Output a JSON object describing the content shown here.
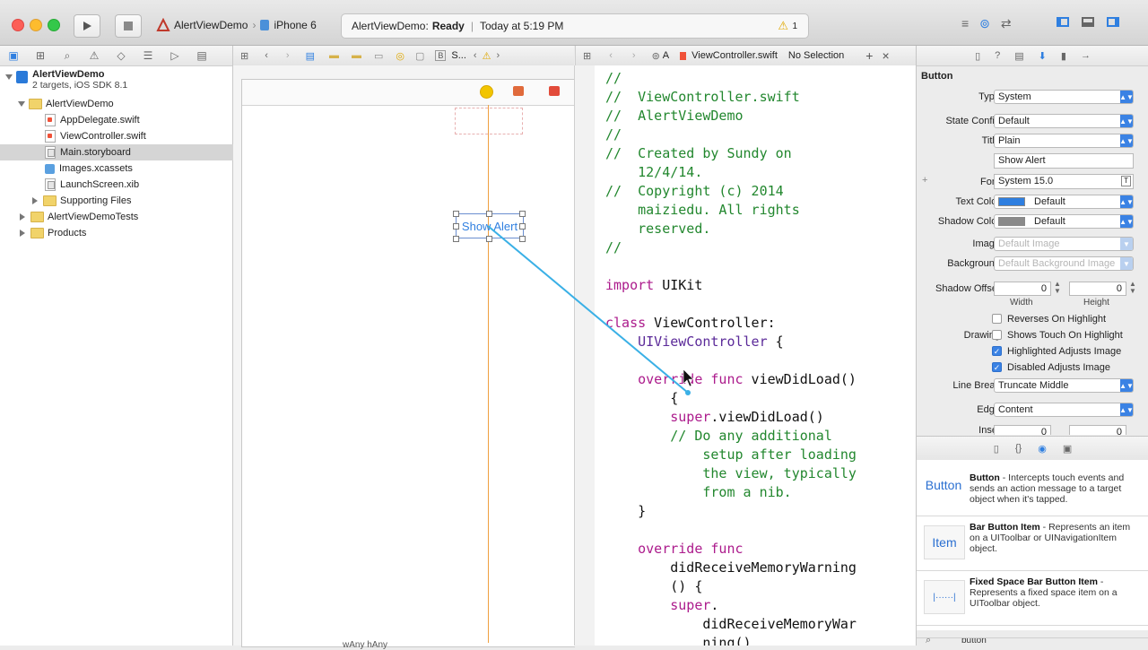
{
  "toolbar": {
    "scheme_name": "AlertViewDemo",
    "scheme_sep": "›",
    "device": "iPhone 6",
    "status_project": "AlertViewDemo:",
    "status_state": "Ready",
    "status_sep": "|",
    "status_time": "Today at 5:19 PM",
    "warning_count": "1"
  },
  "navigator": {
    "project_name": "AlertViewDemo",
    "project_sub": "2 targets, iOS SDK 8.1",
    "items": [
      {
        "label": "AlertViewDemo"
      },
      {
        "label": "AppDelegate.swift"
      },
      {
        "label": "ViewController.swift"
      },
      {
        "label": "Main.storyboard"
      },
      {
        "label": "Images.xcassets"
      },
      {
        "label": "LaunchScreen.xib"
      },
      {
        "label": "Supporting Files"
      },
      {
        "label": "AlertViewDemoTests"
      },
      {
        "label": "Products"
      }
    ]
  },
  "storyboard": {
    "jump_tail": "S...",
    "button_label": "Show Alert",
    "bottom_size_label": "wAny hAny"
  },
  "assistant": {
    "jump_counterpart": "A",
    "jump_file": "ViewController.swift",
    "jump_selection": "No Selection",
    "add_symbol": "+",
    "close_symbol": "×"
  },
  "code_lines": {
    "l1": "//",
    "l2": "//  ViewController.swift",
    "l3": "//  AlertViewDemo",
    "l4": "//",
    "l5": "//  Created by Sundy on",
    "l6": "    12/4/14.",
    "l7": "//  Copyright (c) 2014",
    "l8": "    maiziedu. All rights",
    "l9": "    reserved.",
    "l10": "//",
    "l11_kw": "import",
    "l11_ty": " UIKit",
    "l12_kw": "class",
    "l12_tx": " ViewController:",
    "l13_ty": "    UIViewController",
    "l13_tx": " {",
    "l14_kw": "    override func",
    "l14_tx": " viewDidLoad()",
    "l15": "        {",
    "l16_kw": "        super",
    "l16_tx": ".viewDidLoad()",
    "l17": "        // Do any additional",
    "l18": "            setup after loading",
    "l19": "            the view, typically",
    "l20": "            from a nib.",
    "l21": "    }",
    "l22_kw": "    override func",
    "l23": "        didReceiveMemoryWarning",
    "l24": "        () {",
    "l25_kw": "        super",
    "l25_tx": ".",
    "l26": "            didReceiveMemoryWar",
    "l27": "            ning()"
  },
  "inspector": {
    "section": "Button",
    "type_label": "Type",
    "type_value": "System",
    "state_label": "State Config",
    "state_value": "Default",
    "title_label": "Title",
    "title_value": "Plain",
    "title_text": "Show Alert",
    "font_label": "Font",
    "font_value": "System 15.0",
    "textcolor_label": "Text Color",
    "textcolor_value": "Default",
    "shadowcolor_label": "Shadow Color",
    "shadowcolor_value": "Default",
    "image_label": "Image",
    "image_placeholder": "Default Image",
    "bg_label": "Background",
    "bg_placeholder": "Default Background Image",
    "shadowoffset_label": "Shadow Offset",
    "shadow_w": "0",
    "shadow_h": "0",
    "width_label": "Width",
    "height_label": "Height",
    "drawing_label": "Drawing",
    "reverses": "Reverses On Highlight",
    "shows_touch": "Shows Touch On Highlight",
    "highlighted_adjusts": "Highlighted Adjusts Image",
    "disabled_adjusts": "Disabled Adjusts Image",
    "linebreak_label": "Line Break",
    "linebreak_value": "Truncate Middle",
    "edge_label": "Edge",
    "edge_value": "Content",
    "inset_label": "Inset",
    "inset_a": "0",
    "inset_b": "0"
  },
  "library": {
    "item1_icon": "Button",
    "item1_title": "Button",
    "item1_desc": " - Intercepts touch events and sends an action message to a target object when it's tapped.",
    "item2_icon": "Item",
    "item2_title": "Bar Button Item",
    "item2_desc": " - Represents an item on a UIToolbar or UINavigationItem object.",
    "item3_title": "Fixed Space Bar Button Item",
    "item3_desc": " - Represents a fixed space item on a UIToolbar object.",
    "search_value": "button"
  },
  "colors": {
    "accent": "#3a82e4",
    "connection_line": "#3ab0e6",
    "comment": "#22872e",
    "keyword": "#ac1b8c"
  }
}
